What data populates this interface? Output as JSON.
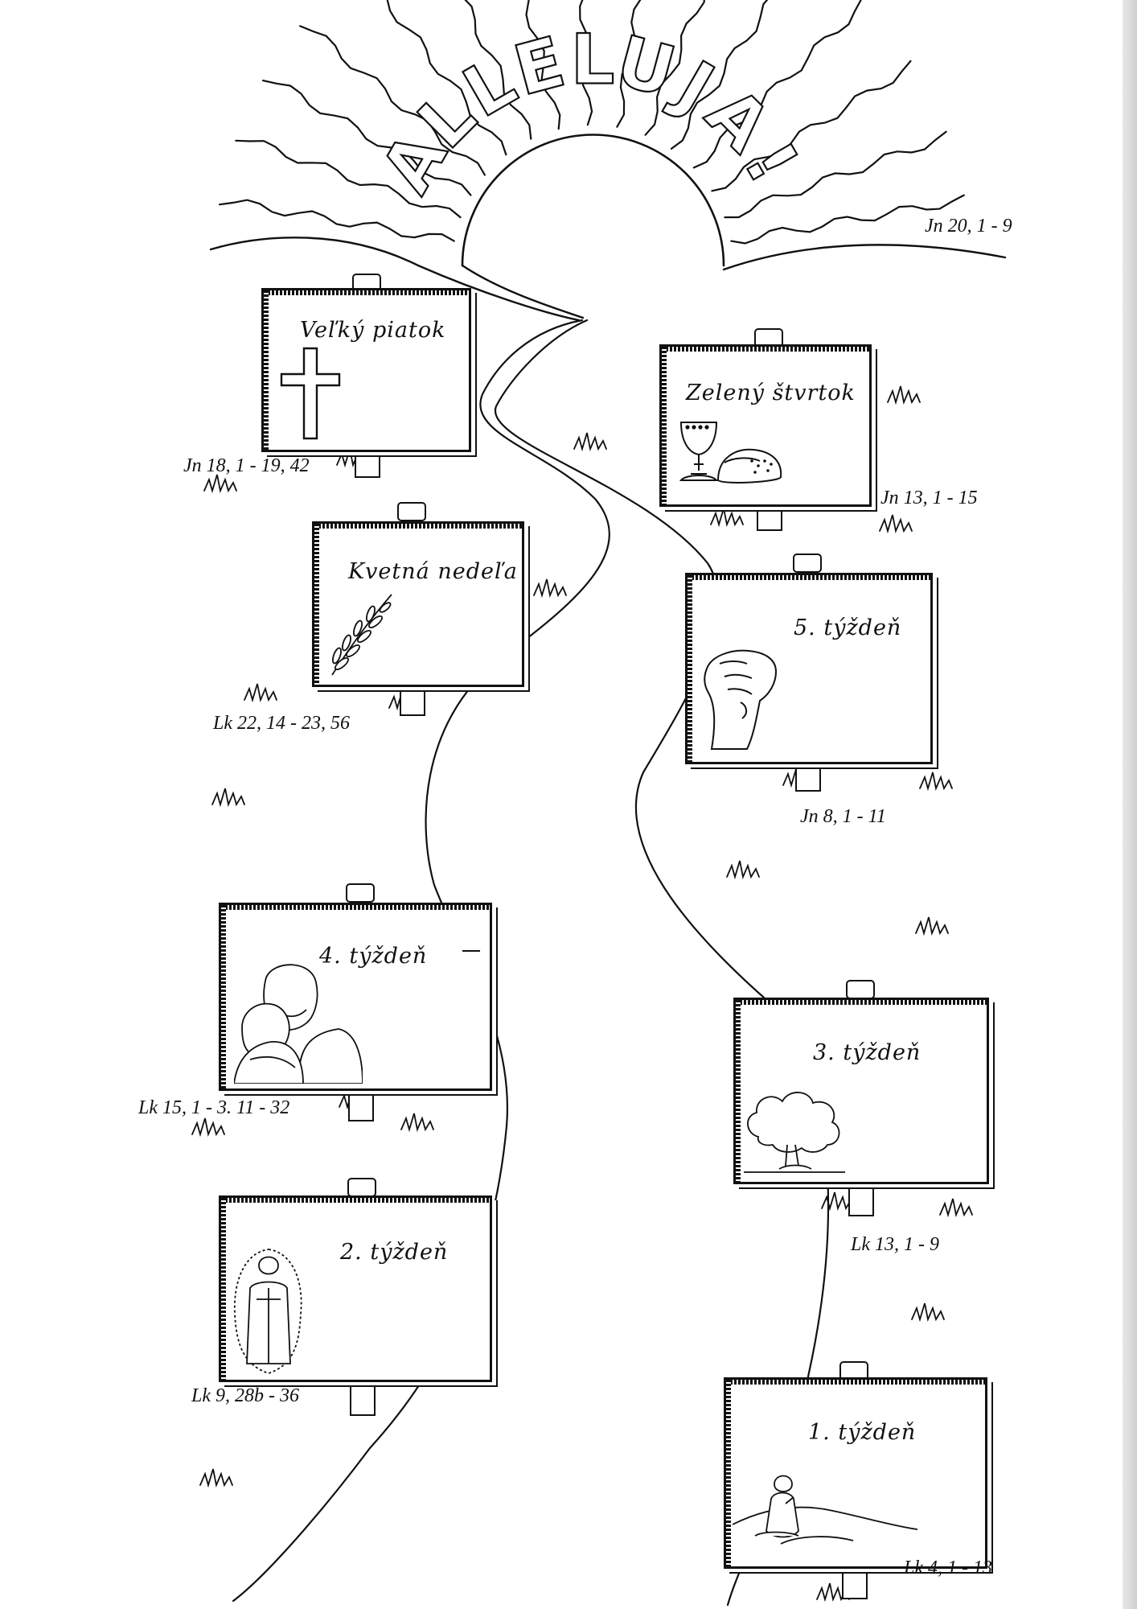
{
  "banner": {
    "letters": [
      "A",
      "L",
      "L",
      "E",
      "L",
      "U",
      "J",
      "A",
      "!"
    ],
    "reference": "Jn 20, 1 - 9"
  },
  "signs": [
    {
      "id": "velky-piatok",
      "title": "Veľký piatok",
      "reference": "Jn 18, 1 - 19, 42",
      "illustration": "cross-icon"
    },
    {
      "id": "zeleny-stvrtok",
      "title": "Zelený štvrtok",
      "reference": "Jn 13, 1 - 15",
      "illustration": "chalice-bread-icon"
    },
    {
      "id": "kvetna-nedela",
      "title": "Kvetná nedeľa",
      "reference": "Lk 22, 14 - 23, 56",
      "illustration": "palm-branch-icon"
    },
    {
      "id": "week-5",
      "title": "5. týždeň",
      "reference": "Jn 8, 1 - 11",
      "illustration": "fist-icon"
    },
    {
      "id": "week-4",
      "title": "4. týždeň",
      "reference": "Lk 15, 1 - 3. 11 - 32",
      "illustration": "father-son-icon"
    },
    {
      "id": "week-3",
      "title": "3. týždeň",
      "reference": "Lk 13, 1 - 9",
      "illustration": "tree-icon"
    },
    {
      "id": "week-2",
      "title": "2. týždeň",
      "reference": "Lk 9, 28b - 36",
      "illustration": "transfiguration-icon"
    },
    {
      "id": "week-1",
      "title": "1. týždeň",
      "reference": "Lk 4, 1 - 13",
      "illustration": "praying-figure-icon"
    }
  ]
}
